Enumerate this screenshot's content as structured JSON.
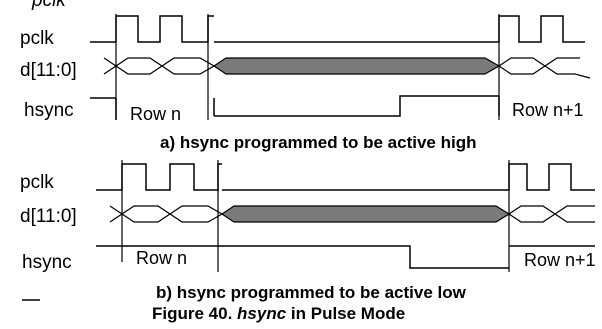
{
  "top_fragment": "pclk",
  "panel_a": {
    "signals": {
      "clock": "pclk",
      "data": "d[11:0]",
      "sync": "hsync"
    },
    "row_start": "Row n",
    "row_end": "Row n+1",
    "caption": "a) hsync programmed to be active high"
  },
  "panel_b": {
    "signals": {
      "clock": "pclk",
      "data": "d[11:0]",
      "sync": "hsync"
    },
    "row_start": "Row n",
    "row_end": "Row n+1",
    "caption": "b) hsync programmed to be active low"
  },
  "figure_caption": {
    "prefix": "Figure 40. ",
    "emphasis": "hsync",
    "suffix": " in Pulse Mode"
  }
}
